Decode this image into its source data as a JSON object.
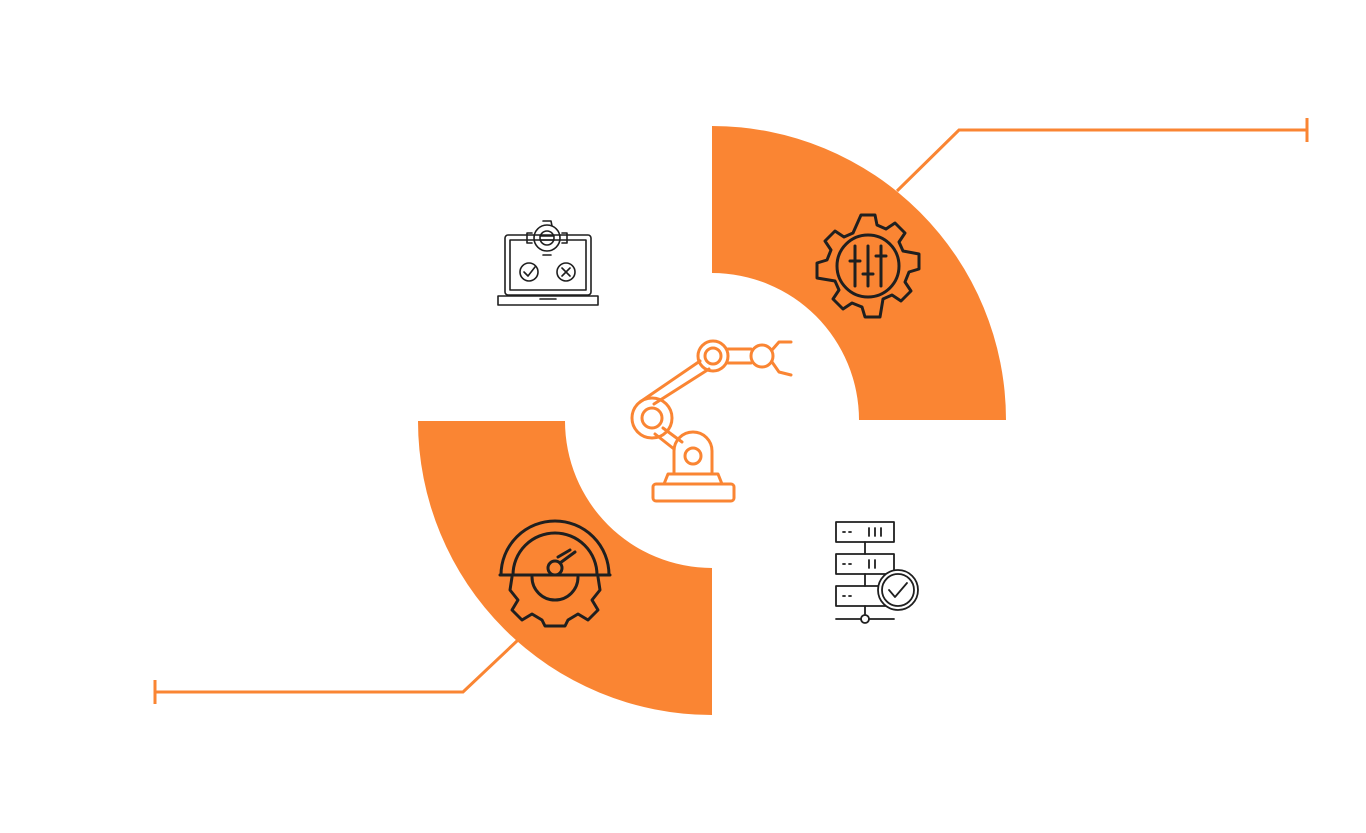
{
  "colors": {
    "accent": "#FA8533",
    "icon_stroke": "#1F1F1F",
    "background": "#FFFFFF"
  },
  "segments": [
    {
      "id": "top-right",
      "quadrant": "upper-right",
      "filled": true,
      "icon": "gear-with-sliders-icon",
      "has_connector": true
    },
    {
      "id": "top-left",
      "quadrant": "upper-left",
      "filled": false,
      "icon": "laptop-settings-icon",
      "has_connector": false
    },
    {
      "id": "bottom-left",
      "quadrant": "lower-left",
      "filled": true,
      "icon": "gauge-gear-icon",
      "has_connector": true
    },
    {
      "id": "bottom-right",
      "quadrant": "lower-right",
      "filled": false,
      "icon": "server-check-icon",
      "has_connector": false
    }
  ],
  "center_icon": "robotic-arm-icon"
}
